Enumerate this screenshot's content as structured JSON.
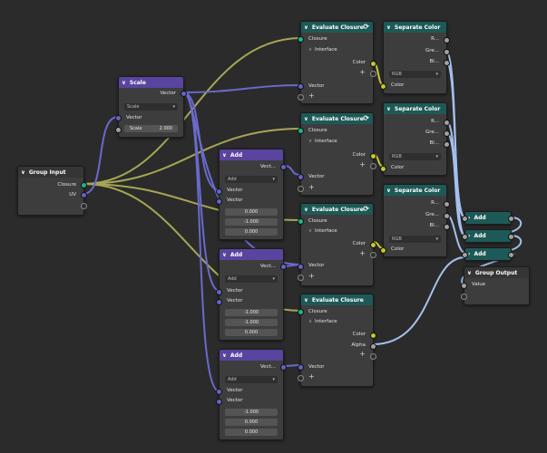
{
  "nodes": {
    "group_input": {
      "title": "Group Input",
      "out1": "Closure",
      "out2": "UV"
    },
    "scale": {
      "title": "Scale",
      "out": "Vector",
      "op": "Scale",
      "in": "Vector",
      "factor_label": "Scale",
      "factor_value": "2.000"
    },
    "evalc1": {
      "title": "Evaluate Closure",
      "closure": "Closure",
      "interface": "Interface",
      "out": "Color",
      "in": "Vector",
      "plus": "+"
    },
    "evalc2": {
      "title": "Evaluate Closure",
      "closure": "Closure",
      "interface": "Interface",
      "out": "Color",
      "in": "Vector",
      "plus": "+"
    },
    "evalc3": {
      "title": "Evaluate Closure",
      "closure": "Closure",
      "interface": "Interface",
      "out": "Color",
      "in": "Vector",
      "plus": "+"
    },
    "evalc4": {
      "title": "Evaluate Closure",
      "closure": "Closure",
      "interface": "Interface",
      "out1": "Color",
      "out2": "Alpha",
      "in": "Vector",
      "plus": "+"
    },
    "add1": {
      "title": "Add",
      "out": "Vect...",
      "op": "Add",
      "in1": "Vector",
      "in2": "Vector",
      "v1": "0.000",
      "v2": "-1.000",
      "v3": "0.000"
    },
    "add2": {
      "title": "Add",
      "out": "Vect...",
      "op": "Add",
      "in1": "Vector",
      "in2": "Vector",
      "v1": "-1.000",
      "v2": "-1.000",
      "v3": "0.000"
    },
    "add3": {
      "title": "Add",
      "out": "Vect...",
      "op": "Add",
      "in1": "Vector",
      "in2": "Vector",
      "v1": "-1.000",
      "v2": "0.000",
      "v3": "0.000"
    },
    "sep1": {
      "title": "Separate Color",
      "r": "R...",
      "g": "Gre...",
      "b": "Bl...",
      "mode": "RGB",
      "in": "Color"
    },
    "sep2": {
      "title": "Separate Color",
      "r": "R...",
      "g": "Gre...",
      "b": "Bl...",
      "mode": "RGB",
      "in": "Color"
    },
    "sep3": {
      "title": "Separate Color",
      "r": "R...",
      "g": "Gre...",
      "b": "Bl...",
      "mode": "RGB",
      "in": "Color"
    },
    "mathadd1": {
      "title": "Add"
    },
    "mathadd2": {
      "title": "Add"
    },
    "mathadd3": {
      "title": "Add"
    },
    "group_output": {
      "title": "Group Output",
      "in": "Value"
    }
  },
  "icons": {
    "collapse": "chevron-down-icon",
    "refresh": "refresh-icon",
    "dropdown": "chevron-down-icon"
  },
  "colors": {
    "background": "#2b2b2b",
    "node_body": "#3d3d3d",
    "header_teal": "#1d5a57",
    "header_purple": "#5944a0",
    "wire_vector": "#6363c7",
    "wire_color": "#b9b955",
    "wire_float": "#a0b8e8"
  }
}
